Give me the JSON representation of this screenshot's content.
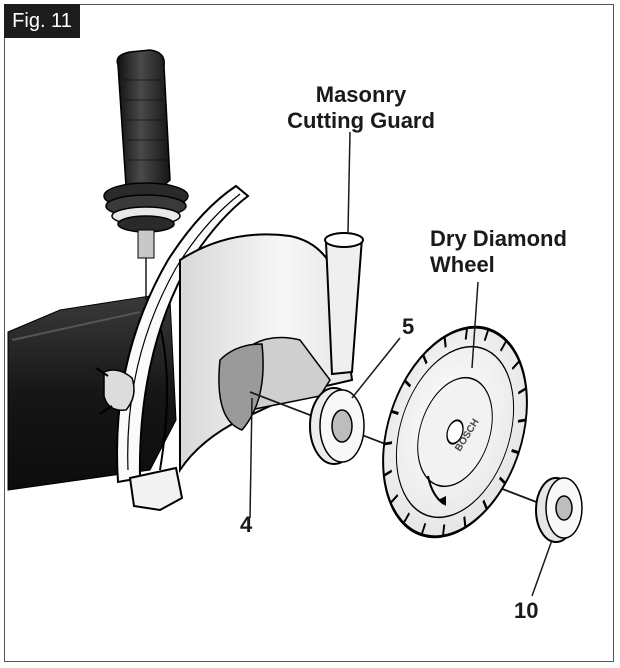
{
  "figure": {
    "label": "Fig. 11"
  },
  "callouts": {
    "guard": {
      "line1": "Masonry",
      "line2": "Cutting Guard"
    },
    "wheel": {
      "line1": "Dry Diamond",
      "line2": "Wheel"
    },
    "part_4": "4",
    "part_5": "5",
    "part_10": "10"
  },
  "wheel_brand": "BOSCH",
  "colors": {
    "ink": "#1a1a1a",
    "handle": "#2a2a2a",
    "tool_body": "#1e1e1e",
    "guard": "#f2f2f2"
  }
}
